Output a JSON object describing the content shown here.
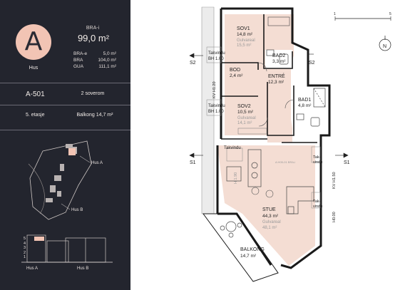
{
  "summary": {
    "letter": "A",
    "hus_label": "Hus",
    "bra_i_label": "BRA-i",
    "bra_i_value": "99,0 m²",
    "areas": [
      {
        "key": "BRA-e",
        "value": "5,0 m²"
      },
      {
        "key": "BRA",
        "value": "104,0 m²"
      },
      {
        "key": "GUA",
        "value": "111,1 m²"
      }
    ],
    "unit_id": "A-501",
    "rooms": "2 soverom",
    "floor": "5. etasje",
    "balcony": "Balkong 14,7 m²"
  },
  "site_map": {
    "hus_a": "Hus A",
    "hus_b": "Hus B"
  },
  "elevation": {
    "hus_a": "Hus A",
    "hus_b": "Hus B",
    "floor_numbers": [
      "5",
      "4",
      "3",
      "2",
      "1"
    ]
  },
  "plan": {
    "rooms": {
      "sov1": {
        "name": "SOV1",
        "area": "14,8 m²",
        "gulv": "Gulvareal",
        "gulv_area": "15,5 m²"
      },
      "bad2": {
        "name": "BAD2",
        "area": "3,3 m²"
      },
      "bod": {
        "name": "BOD",
        "area": "2,4 m²"
      },
      "entre": {
        "name": "ENTRÉ",
        "area": "12,3 m²"
      },
      "bad1": {
        "name": "BAD1",
        "area": "4,8 m²"
      },
      "sov2": {
        "name": "SOV2",
        "area": "10,5 m²",
        "gulv": "Gulvareal",
        "gulv_area": "14,1 m²"
      },
      "stue": {
        "name": "STUE",
        "area": "44,3 m²",
        "gulv": "Gulvareal",
        "gulv_area": "48,1 m²"
      },
      "balkong": {
        "name": "BALKONG",
        "area": "14,7 m²"
      }
    },
    "takvindu_labels": {
      "upper": [
        "Takvindu",
        "BH 1.00"
      ],
      "middle": [
        "Takvindu",
        "BH 1.00"
      ],
      "left_single": "Takvindu",
      "right_upper": [
        "Tak-",
        "vindu"
      ],
      "right_lower": [
        "Tak-",
        "vindu"
      ]
    },
    "section_markers": {
      "s1_left": "S1",
      "s1_right": "S1",
      "s2_left": "S2",
      "s2_right": "S2"
    },
    "heights": {
      "kv_left": "KV H1.20",
      "kv_right": "KV H1.50",
      "h_right": "H0.00",
      "h_stue": "H 1.90"
    },
    "tiny_note": "A H05-01 BRA-i",
    "scale_marks": [
      "1",
      "5"
    ],
    "north_label": "N"
  }
}
